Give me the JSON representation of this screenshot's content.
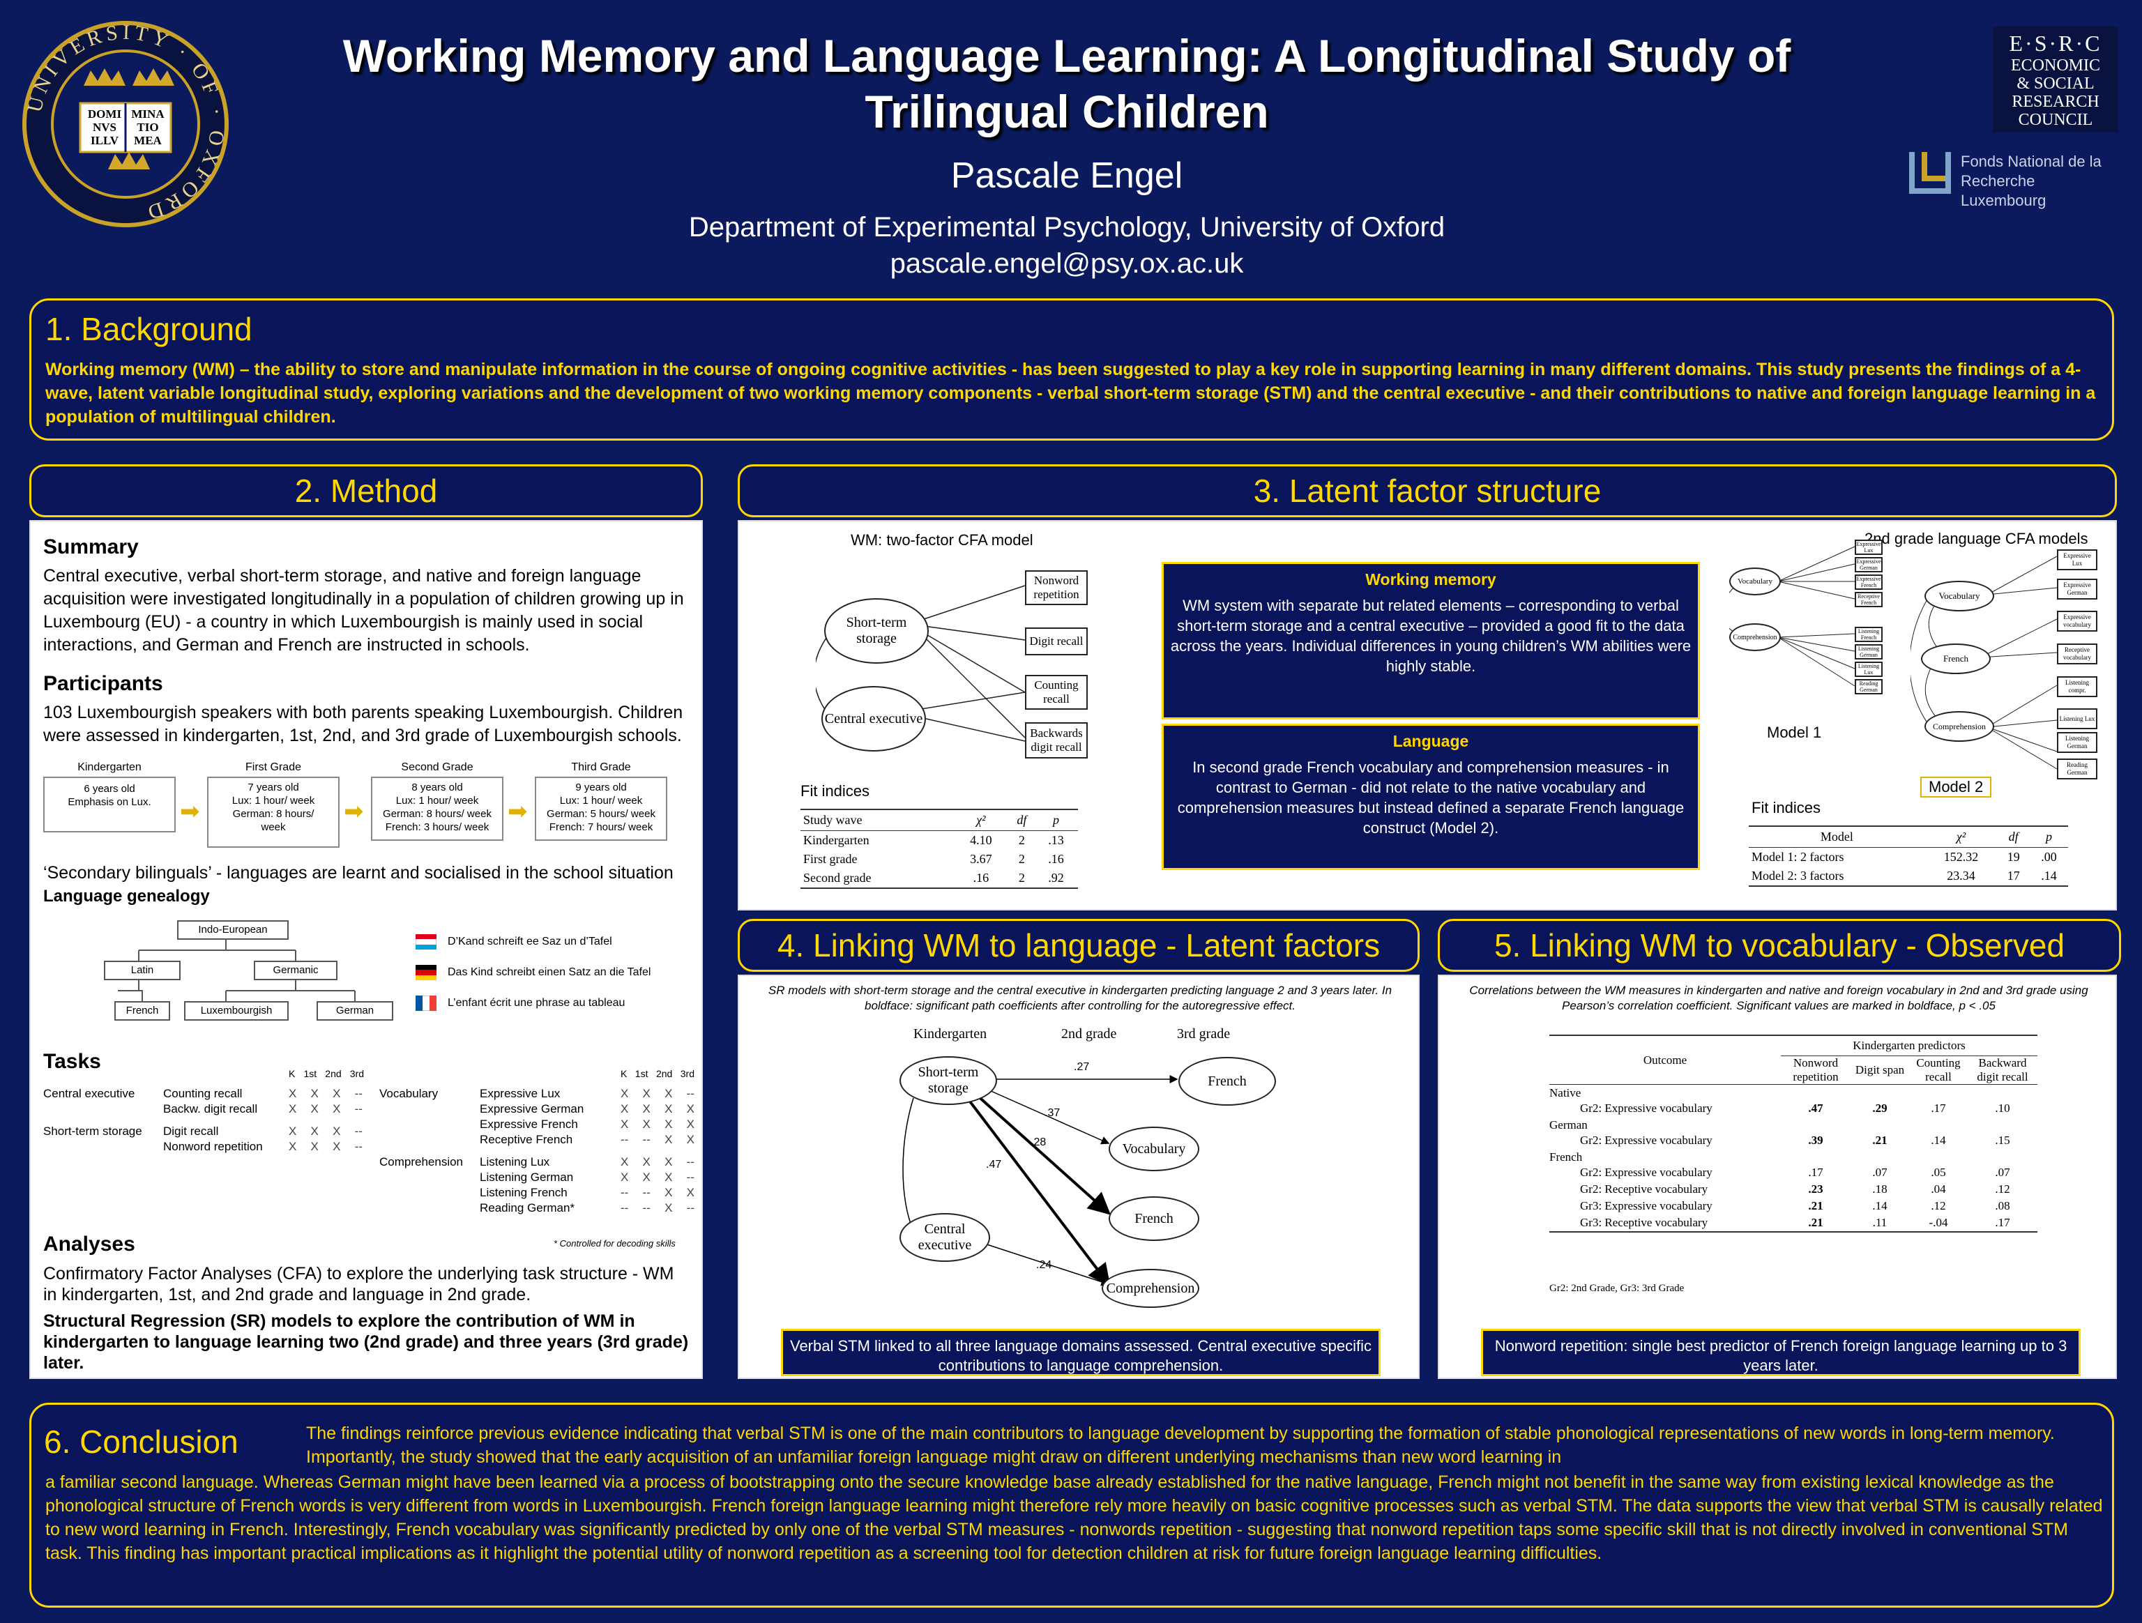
{
  "header": {
    "title": "Working Memory and Language Learning: A Longitudinal Study of Trilingual Children",
    "author": "Pascale Engel",
    "department": "Department of Experimental Psychology, University of Oxford",
    "email": "pascale.engel@psy.ox.ac.uk",
    "oxford_motto": [
      "DOMI",
      "NVS",
      "ILLV",
      "MINA",
      "TIO",
      "MEA"
    ],
    "oxford_ring": "UNIVERSITY · OF · OXFORD",
    "esrc": [
      "E·S·R·C",
      "ECONOMIC",
      "& SOCIAL",
      "RESEARCH",
      "COUNCIL"
    ],
    "fnr": [
      "Fonds National de la",
      "Recherche Luxembourg"
    ]
  },
  "background": {
    "heading": "1. Background",
    "text": "Working memory (WM) – the ability to store and manipulate information in the course of ongoing cognitive activities - has been suggested to play a key role in supporting learning in many different domains. This study presents the findings of a 4-wave, latent variable longitudinal study, exploring variations and the development of two working memory components - verbal short-term storage (STM) and the central executive - and their contributions to native and foreign language learning in a population of multilingual children."
  },
  "method": {
    "heading": "2. Method",
    "summary_h": "Summary",
    "summary": "Central executive, verbal short-term storage, and native and foreign language acquisition were investigated longitudinally in a population of children growing up in Luxembourg (EU) - a country in which Luxembourgish is mainly used in social interactions, and German and French are instructed in schools.",
    "participants_h": "Participants",
    "participants": "103 Luxembourgish speakers with both parents speaking Luxembourgish. Children were assessed in kindergarten, 1st, 2nd, and 3rd grade of Luxembourgish schools.",
    "grades": [
      {
        "name": "Kindergarten",
        "lines": [
          "6 years old",
          "Emphasis on Lux."
        ]
      },
      {
        "name": "First Grade",
        "lines": [
          "7 years old",
          "Lux: 1 hour/ week",
          "German: 8 hours/",
          "week"
        ]
      },
      {
        "name": "Second Grade",
        "lines": [
          "8 years old",
          "Lux: 1 hour/ week",
          "German: 8 hours/ week",
          "French: 3 hours/ week"
        ]
      },
      {
        "name": "Third Grade",
        "lines": [
          "9 years old",
          "Lux: 1 hour/ week",
          "German: 5 hours/ week",
          "French: 7 hours/ week"
        ]
      }
    ],
    "secondary": "‘Secondary bilinguals’ - languages are learnt and socialised in the school situation",
    "genealogy_h": "Language genealogy",
    "genealogy": {
      "root": "Indo-European",
      "latin": "Latin",
      "germanic": "Germanic",
      "french": "French",
      "lux": "Luxembourgish",
      "german": "German"
    },
    "flags": [
      {
        "text": "D’Kand schreift ee Saz un d’Tafel",
        "colors": [
          "#e3001b",
          "#ffffff",
          "#00a3e0"
        ]
      },
      {
        "text": "Das Kind schreibt einen Satz an die Tafel",
        "colors": [
          "#000000",
          "#dd0000",
          "#ffce00"
        ]
      },
      {
        "text": "L’enfant écrit une phrase au tableau",
        "colors": [
          "#0055a4",
          "#ffffff",
          "#ef4135"
        ]
      }
    ],
    "tasks_h": "Tasks",
    "task_cols": [
      "K",
      "1st",
      "2nd",
      "3rd"
    ],
    "tasks_left": [
      {
        "group": "Central executive",
        "task": "Counting recall",
        "marks": [
          "X",
          "X",
          "X",
          "--"
        ]
      },
      {
        "group": "",
        "task": "Backw. digit recall",
        "marks": [
          "X",
          "X",
          "X",
          "--"
        ]
      },
      {
        "group": "Short-term storage",
        "task": "Digit recall",
        "marks": [
          "X",
          "X",
          "X",
          "--"
        ]
      },
      {
        "group": "",
        "task": "Nonword repetition",
        "marks": [
          "X",
          "X",
          "X",
          "--"
        ]
      }
    ],
    "tasks_right": [
      {
        "group": "Vocabulary",
        "task": "Expressive Lux",
        "marks": [
          "X",
          "X",
          "X",
          "--"
        ]
      },
      {
        "group": "",
        "task": "Expressive German",
        "marks": [
          "X",
          "X",
          "X",
          "X"
        ]
      },
      {
        "group": "",
        "task": "Expressive French",
        "marks": [
          "X",
          "X",
          "X",
          "X"
        ]
      },
      {
        "group": "",
        "task": "Receptive French",
        "marks": [
          "--",
          "--",
          "X",
          "X"
        ]
      },
      {
        "group": "Comprehension",
        "task": "Listening Lux",
        "marks": [
          "X",
          "X",
          "X",
          "--"
        ]
      },
      {
        "group": "",
        "task": "Listening German",
        "marks": [
          "X",
          "X",
          "X",
          "--"
        ]
      },
      {
        "group": "",
        "task": "Listening French",
        "marks": [
          "--",
          "--",
          "X",
          "X"
        ]
      },
      {
        "group": "",
        "task": "Reading German*",
        "marks": [
          "--",
          "--",
          "X",
          "--"
        ]
      }
    ],
    "tasks_note": "* Controlled for decoding skills",
    "analyses_h": "Analyses",
    "analyses1": "Confirmatory Factor Analyses (CFA) to explore the underlying task structure - WM in kindergarten, 1st, and 2nd grade and language in 2nd grade.",
    "analyses2": "Structural Regression (SR) models to explore the contribution of WM in kindergarten to language learning two (2nd grade) and three years (3rd grade) later."
  },
  "latent": {
    "heading": "3. Latent factor structure",
    "wm_caption": "WM: two-factor CFA model",
    "wm_factors": [
      "Short-term storage",
      "Central executive"
    ],
    "wm_tasks": [
      "Nonword repetition",
      "Digit recall",
      "Counting recall",
      "Backwards digit recall"
    ],
    "wm_box_title": "Working memory",
    "wm_box_text": "WM system with separate but related elements – corresponding to verbal short-term storage and a central executive – provided a good fit to the data across the years. Individual differences in young children’s WM abilities were highly stable.",
    "lang_box_title": "Language",
    "lang_box_text": "In second grade French vocabulary and comprehension measures - in contrast to German - did not relate to the native vocabulary and comprehension measures but instead defined a separate French language construct (Model 2).",
    "fit_label": "Fit indices",
    "fit_headers": [
      "Study wave",
      "χ²",
      "df",
      "p"
    ],
    "fit_rows": [
      [
        "Kindergarten",
        "4.10",
        "2",
        ".13"
      ],
      [
        "First grade",
        "3.67",
        "2",
        ".16"
      ],
      [
        "Second grade",
        ".16",
        "2",
        ".92"
      ]
    ],
    "lang_caption": "2nd grade language CFA models",
    "model1_label": "Model 1",
    "model2_label": "Model 2",
    "m1_factors": [
      "Vocabulary",
      "Comprehension"
    ],
    "m1_tasks": [
      "Expressive Lux",
      "Expressive German",
      "Expressive French",
      "Receptive French",
      "Listening French",
      "Listening German",
      "Listening Lux",
      "Reading German"
    ],
    "m2_factors": [
      "Vocabulary",
      "French",
      "Comprehension"
    ],
    "m2_tasks": [
      "Expressive Lux",
      "Expressive German",
      "Expressive vocabulary",
      "Receptive vocabulary",
      "Listening compr.",
      "Listening Lux",
      "Listening German",
      "Reading German"
    ],
    "fit2_label": "Fit indices",
    "fit2_headers": [
      "Model",
      "χ²",
      "df",
      "p"
    ],
    "fit2_rows": [
      [
        "Model 1: 2 factors",
        "152.32",
        "19",
        ".00"
      ],
      [
        "Model 2: 3 factors",
        "23.34",
        "17",
        ".14"
      ]
    ]
  },
  "linking_latent": {
    "heading": "4. Linking WM to language - Latent factors",
    "caption": "SR models with short-term storage and the central executive in kindergarten predicting language 2 and 3 years later. In boldface: significant path coefficients after controlling for the autoregressive effect.",
    "cols": [
      "Kindergarten",
      "2nd grade",
      "3rd grade"
    ],
    "nodes": [
      "Short-term storage",
      "Central executive",
      "Vocabulary",
      "French",
      "Comprehension",
      "French"
    ],
    "coefs": [
      ".27",
      ".37",
      ".28",
      ".47",
      ".24"
    ],
    "conclusion": "Verbal STM linked to all three language domains assessed. Central executive specific contributions to language comprehension."
  },
  "linking_obs": {
    "heading": "5. Linking WM to vocabulary - Observed",
    "caption": "Correlations between the WM measures in kindergarten and native and foreign vocabulary in 2nd and 3rd grade using Pearson’s correlation coefficient. Significant values are marked in boldface, p < .05",
    "span_header": "Kindergarten predictors",
    "headers": [
      "Outcome",
      "Nonword repetition",
      "Digit span",
      "Counting recall",
      "Backward digit recall"
    ],
    "groups": [
      {
        "name": "Native",
        "rows": [
          [
            "Gr2: Expressive vocabulary",
            ".47",
            ".29",
            ".17",
            ".10"
          ]
        ],
        "bold": [
          [
            1,
            2
          ]
        ]
      },
      {
        "name": "German",
        "rows": [
          [
            "Gr2: Expressive vocabulary",
            ".39",
            ".21",
            ".14",
            ".15"
          ]
        ],
        "bold": [
          [
            1,
            2
          ]
        ]
      },
      {
        "name": "French",
        "rows": [
          [
            "Gr2: Expressive vocabulary",
            ".17",
            ".07",
            ".05",
            ".07"
          ],
          [
            "Gr2: Receptive vocabulary",
            ".23",
            ".18",
            ".04",
            ".12"
          ],
          [
            "Gr3: Expressive vocabulary",
            ".21",
            ".14",
            ".12",
            ".08"
          ],
          [
            "Gr3: Receptive vocabulary",
            ".21",
            ".11",
            "-.04",
            ".17"
          ]
        ],
        "bold": [
          [],
          [
            1
          ],
          [
            1
          ],
          [
            1
          ]
        ]
      }
    ],
    "note": "Gr2: 2nd Grade, Gr3: 3rd Grade",
    "conclusion": "Nonword repetition: single best predictor of French foreign language learning up to 3 years later."
  },
  "conclusion": {
    "heading": "6. Conclusion",
    "first": "The findings reinforce previous evidence indicating that verbal STM is one of the main contributors to language development by supporting the formation of stable phonological representations of new words in long-term memory. Importantly, the study showed that the early acquisition of an unfamiliar foreign language might draw on different underlying mechanisms than new word learning in",
    "rest": "a familiar second language. Whereas German might have been learned via a process of bootstrapping onto the secure knowledge base already established for the native language, French might not benefit in the same way from existing lexical knowledge as the phonological structure of French words is very different from words in Luxembourgish. French foreign language learning might therefore rely more heavily on basic cognitive processes such as verbal STM. The data supports the view that verbal STM is causally related to new word learning in French. Interestingly, French vocabulary was significantly predicted by only one of the verbal STM measures - nonwords repetition - suggesting that nonword repetition taps some specific skill that is not directly involved in conventional STM task. This finding has important practical implications as it highlight the potential utility of nonword repetition as a screening tool for detection children at risk for future foreign language learning difficulties."
  }
}
